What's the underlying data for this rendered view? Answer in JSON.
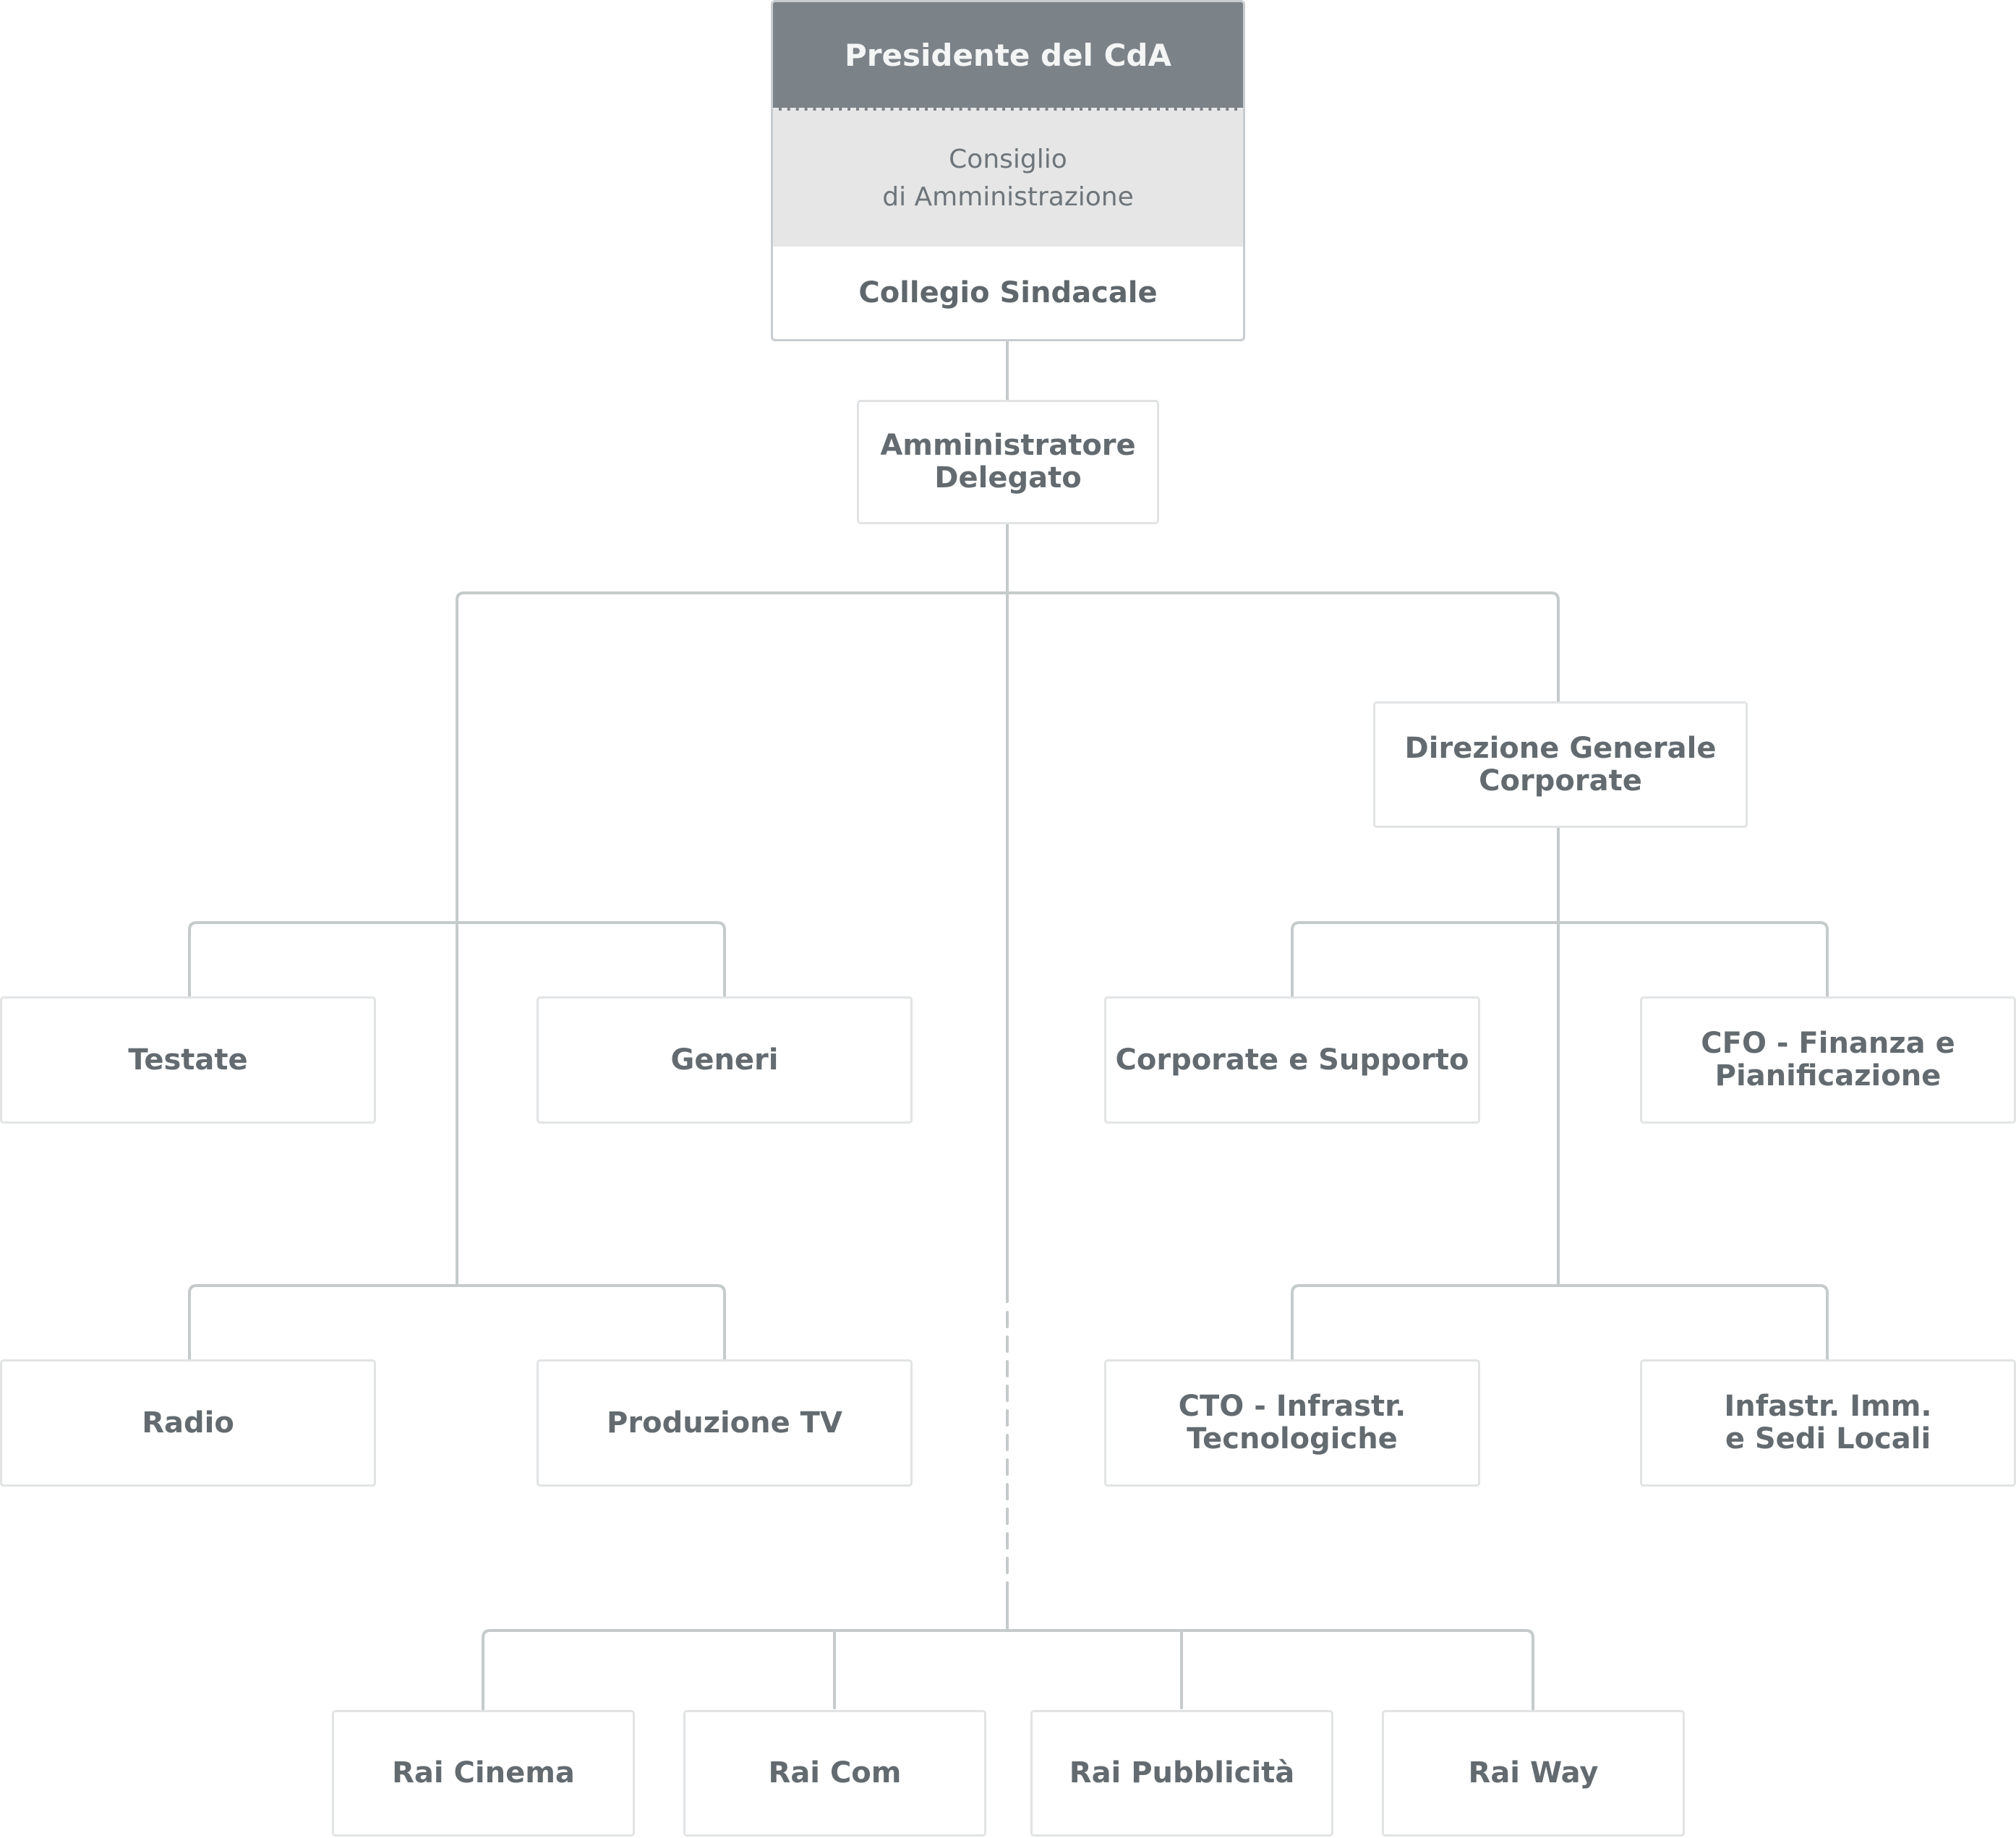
{
  "top": {
    "president": "Presidente del CdA",
    "board": "Consiglio\ndi Amministrazione",
    "auditors": "Collegio Sindacale"
  },
  "ceo": "Amministratore\nDelegato",
  "general_direction": "Direzione Generale\nCorporate",
  "left_units": {
    "testate": "Testate",
    "generi": "Generi",
    "radio": "Radio",
    "produzione_tv": "Produzione TV"
  },
  "right_units": {
    "corporate_supporto": "Corporate e Supporto",
    "cfo": "CFO - Finanza e\nPianificazione",
    "cto": "CTO - Infrastr.\nTecnologiche",
    "infrastrutture": "Infastr. Imm.\ne Sedi Locali"
  },
  "subsidiaries": {
    "rai_cinema": "Rai Cinema",
    "rai_com": "Rai Com",
    "rai_pubblicita": "Rai Pubblicità",
    "rai_way": "Rai Way"
  },
  "colors": {
    "header_bg": "#7b8288",
    "board_bg": "#e6e6e6",
    "connector": "#c5cacb",
    "box_border": "#e1e3e4",
    "text": "#636b70"
  }
}
